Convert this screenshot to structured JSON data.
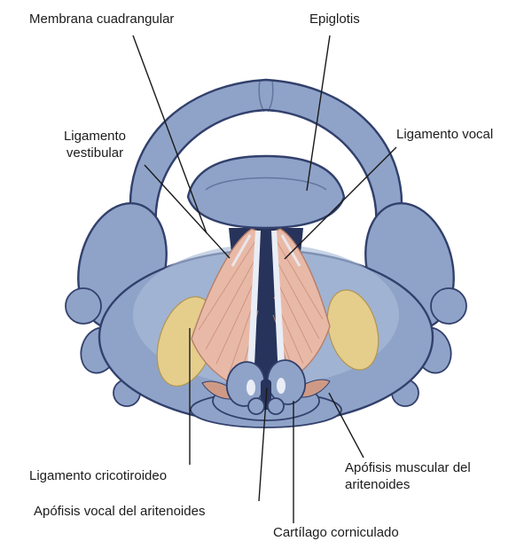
{
  "figure": {
    "description": "Superior view anatomical diagram of the larynx with Spanish labels"
  },
  "labels": {
    "membrana_cuadrangular": "Membrana cuadrangular",
    "epiglotis": "Epiglotis",
    "ligamento_vestibular": "Ligamento vestibular",
    "ligamento_vocal": "Ligamento vocal",
    "ligamento_cricotiroideo": "Ligamento cricotiroideo",
    "apofisis_vocal": "Apófisis vocal del aritenoides",
    "apofisis_muscular": "Apófisis muscular del aritenoides",
    "cartilago_corniculado_partial": "Cartílago corniculado"
  },
  "colors": {
    "cartilage": "#8fa3c8",
    "cartilage_light": "#a9bbd9",
    "outline": "#32406c",
    "muscle": "#e9b9a7",
    "muscle_edge": "#b5806c",
    "muscle_dark": "#cf9a85",
    "striation": "#c98f7c",
    "fat": "#e5cd8c",
    "fat_edge": "#b1954f",
    "ligament": "#e9edf6",
    "cavity": "#27335a",
    "leader": "#1a1a1a",
    "text": "#1c1c1c",
    "background": "#ffffff"
  }
}
